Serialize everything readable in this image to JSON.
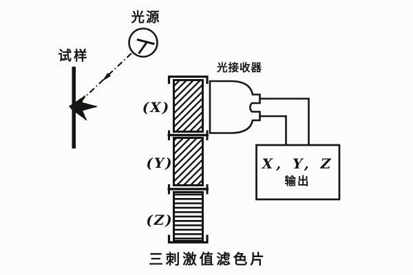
{
  "colors": {
    "ink": "#151515",
    "background": "#fcfcfa"
  },
  "labels": {
    "light_source": "光源",
    "sample": "试样",
    "receiver": "光接收器",
    "filter_x": "(X)",
    "filter_y": "(Y)",
    "filter_z": "(Z)",
    "caption": "三刺激值滤色片"
  },
  "output_box": {
    "values": "X, Y, Z",
    "label": "输出"
  }
}
